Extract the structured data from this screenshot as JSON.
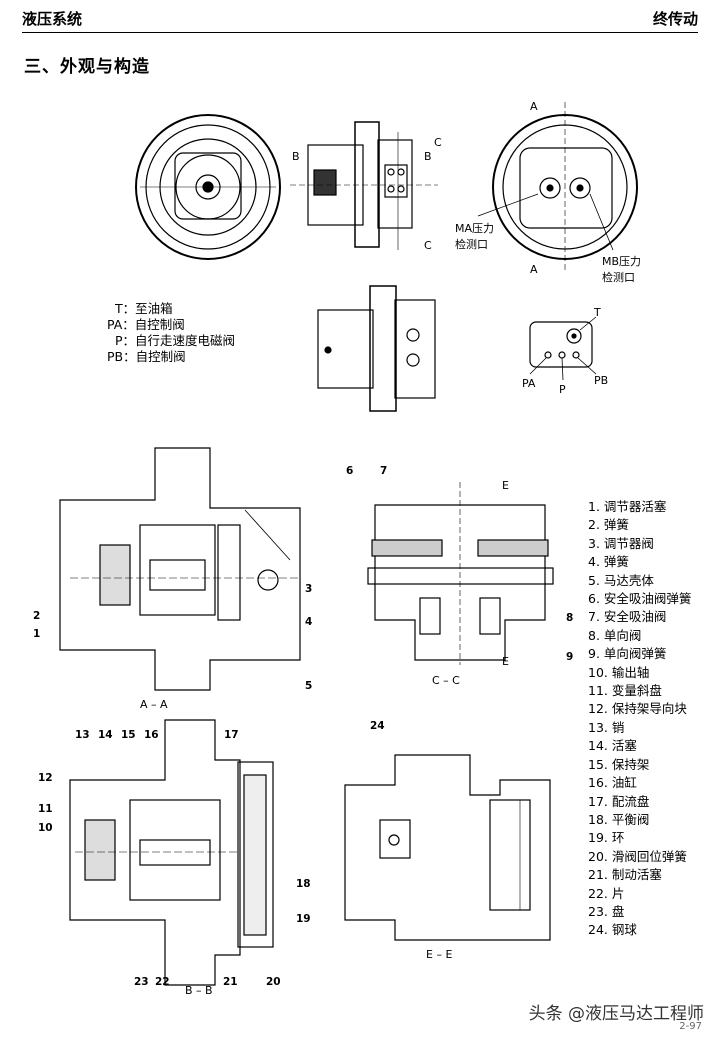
{
  "header": {
    "left": "液压系统",
    "right": "终传动"
  },
  "section_title": "三、外观与构造",
  "top_labels": {
    "ma": "MA压力",
    "ma2": "检测口",
    "mb": "MB压力",
    "mb2": "检测口",
    "a": "A",
    "b": "B",
    "c": "C",
    "t": "T",
    "pa": "PA",
    "p": "P",
    "pb": "PB"
  },
  "port_legend": [
    "  T：至油箱",
    "PA：自控制阀",
    "  P：自行走速度电磁阀",
    "PB：自控制阀"
  ],
  "section_captions": {
    "aa": "A – A",
    "cc": "C – C",
    "bb": "B – B",
    "ee": "E – E",
    "e": "E"
  },
  "parts_list": [
    "1. 调节器活塞",
    "2. 弹簧",
    "3. 调节器阀",
    "4. 弹簧",
    "5. 马达壳体",
    "6. 安全吸油阀弹簧",
    "7. 安全吸油阀",
    "8. 单向阀",
    "9. 单向阀弹簧",
    "10. 输出轴",
    "11. 变量斜盘",
    "12. 保持架导向块",
    "13. 销",
    "14. 活塞",
    "15. 保持架",
    "16. 油缸",
    "17. 配流盘",
    "18. 平衡阀",
    "19. 环",
    "20. 滑阀回位弹簧",
    "21. 制动活塞",
    "22. 片",
    "23. 盘",
    "24. 钢球"
  ],
  "callouts_aa": [
    "1",
    "2",
    "3",
    "4",
    "5"
  ],
  "callouts_cc": [
    "6",
    "7",
    "8",
    "9"
  ],
  "callouts_bb": [
    "10",
    "11",
    "12",
    "13",
    "14",
    "15",
    "16",
    "17",
    "18",
    "19",
    "20",
    "21",
    "22",
    "23"
  ],
  "callouts_ee": [
    "24"
  ],
  "watermark": "头条 @液压马达工程师",
  "page_number": "2-97"
}
